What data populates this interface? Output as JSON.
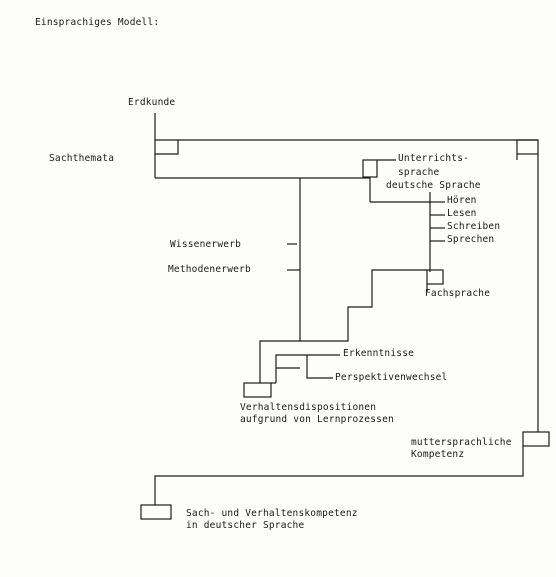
{
  "title": "Einsprachiges Modell:",
  "nodes": {
    "erdkunde": "Erdkunde",
    "sachthemata": "Sachthemata",
    "unterrichtssprache_1": "Unterrichts-",
    "unterrichtssprache_2": "sprache",
    "deutsche_sprache": "deutsche Sprache",
    "hoeren": "Hören",
    "lesen": "Lesen",
    "schreiben": "Schreiben",
    "sprechen": "Sprechen",
    "wissenserwerb": "Wissenerwerb",
    "methodenerwerb": "Methodenerwerb",
    "fachsprache": "Fachsprache",
    "erkenntnisse": "Erkenntnisse",
    "perspektivenwechsel": "Perspektivenwechsel",
    "verhaltens_1": "Verhaltensdispositionen",
    "verhaltens_2": "aufgrund von Lernprozessen",
    "mutter_1": "muttersprachliche",
    "mutter_2": "Kompetenz",
    "sach_1": "Sach- und Verhaltenskompetenz",
    "sach_2": "in deutscher Sprache"
  }
}
